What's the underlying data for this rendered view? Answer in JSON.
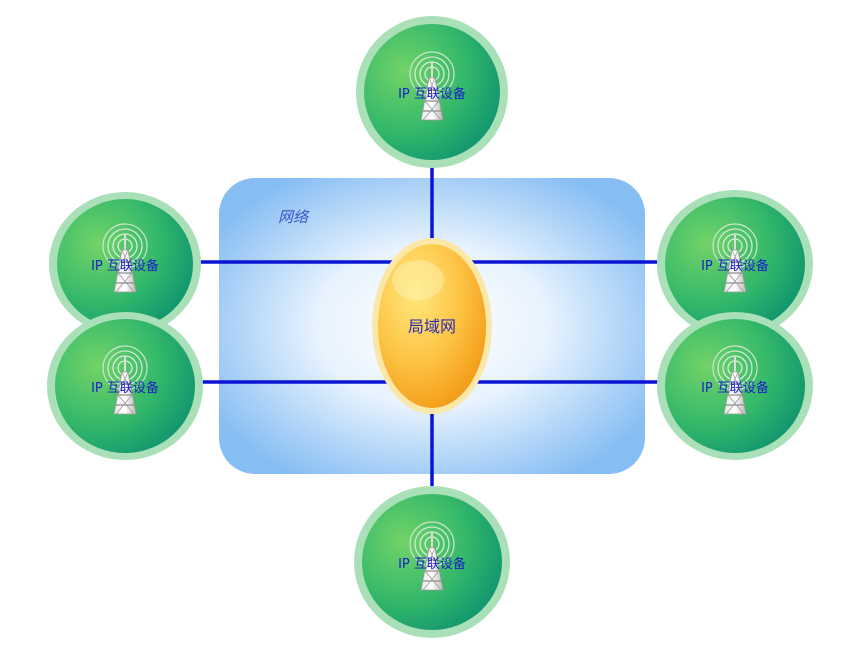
{
  "network": {
    "label": "网络"
  },
  "hub": {
    "label": "局域网"
  },
  "devices": [
    {
      "id": "top",
      "label": "IP 互联设备"
    },
    {
      "id": "left-upper",
      "label": "IP 互联设备"
    },
    {
      "id": "left-lower",
      "label": "IP 互联设备"
    },
    {
      "id": "right-upper",
      "label": "IP 互联设备"
    },
    {
      "id": "right-lower",
      "label": "IP 互联设备"
    },
    {
      "id": "bottom",
      "label": "IP 互联设备"
    }
  ],
  "colors": {
    "link": "#0a14d6",
    "label_text": "#1a22c8",
    "network_label": "#3a56c8",
    "node_green_light": "#6fd06a",
    "node_green_dark": "#169a6e",
    "node_ring": "#a9e0b8",
    "hub_orange_light": "#ffe47a",
    "hub_orange_dark": "#f6a21a",
    "network_blue": "#8ec2f5"
  },
  "icons": {
    "device_icon": "radio-tower-icon"
  }
}
